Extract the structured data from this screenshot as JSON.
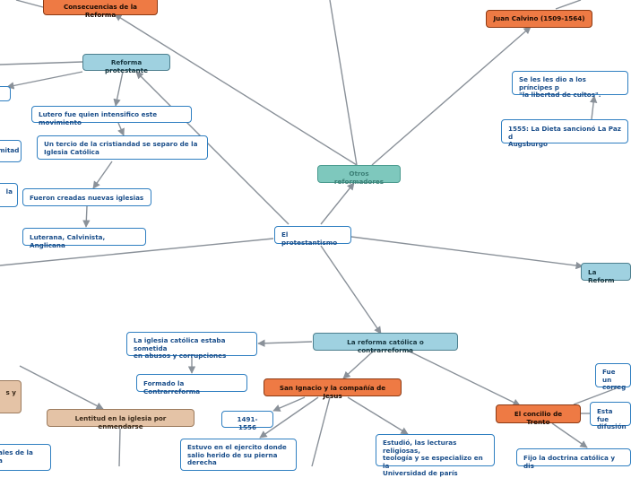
{
  "colors": {
    "link": "#8a9199",
    "leaf_border": "#2f7fc1",
    "blue_fill": "#9fd1e0",
    "teal_fill": "#7ec8bd",
    "orange_fill": "#ee7a44",
    "tan_fill": "#e4c3a6"
  },
  "nodes": {
    "consecuencias": "Consecuencias de la Reforma",
    "calvino": "Juan Calvino (1509-1564)",
    "reforma_protestante": "Reforma protestante",
    "principes": "Se les les dio a los príncipes p\n\"la libertad de cultos\".",
    "lutero": "Lutero fue quien intensifico este movimiento",
    "dieta": "1555: La Dieta sancionó La Paz d\nAugsburgo",
    "tercio": "Un tercio de la cristiandad se separo de la\nIglesia Católica",
    "mitad": "mitad",
    "otros": "Otros reformadores",
    "fueron_creadas": "Fueron creadas nuevas iglesias",
    "la_left": "la",
    "luterana": "Luterana, Calvinista, Anglicana",
    "protestantismo": "El protestantismo",
    "reforma_right": "La Reform",
    "catolica_abusos": "La iglesia católica estaba sometida\nen abusos y corrupciones",
    "contrarreforma": "La reforma católica o contrarreforma",
    "fue_correg": "Fue un\ncorreg",
    "formado": "Formado la Contrarreforma",
    "san_ignacio": "San Ignacio y la compañía de Jesus",
    "s_y": "s y",
    "concilio": "El concilio de Trento",
    "esta_fue": "Esta fue\ndifusión",
    "lentitud": "Lentitud en la iglesia por enmendarse",
    "anios": "1491-1556",
    "estuvo": "Estuvo en el ejercito donde\nsalio herido de su pierna\nderecha",
    "estudio": "Estudió, las lecturas religiosas,\nteología y se especializo en la\nUniversidad de parís",
    "ales": "ales de la\na",
    "fijo": "Fijo la doctrina católica y dis"
  }
}
